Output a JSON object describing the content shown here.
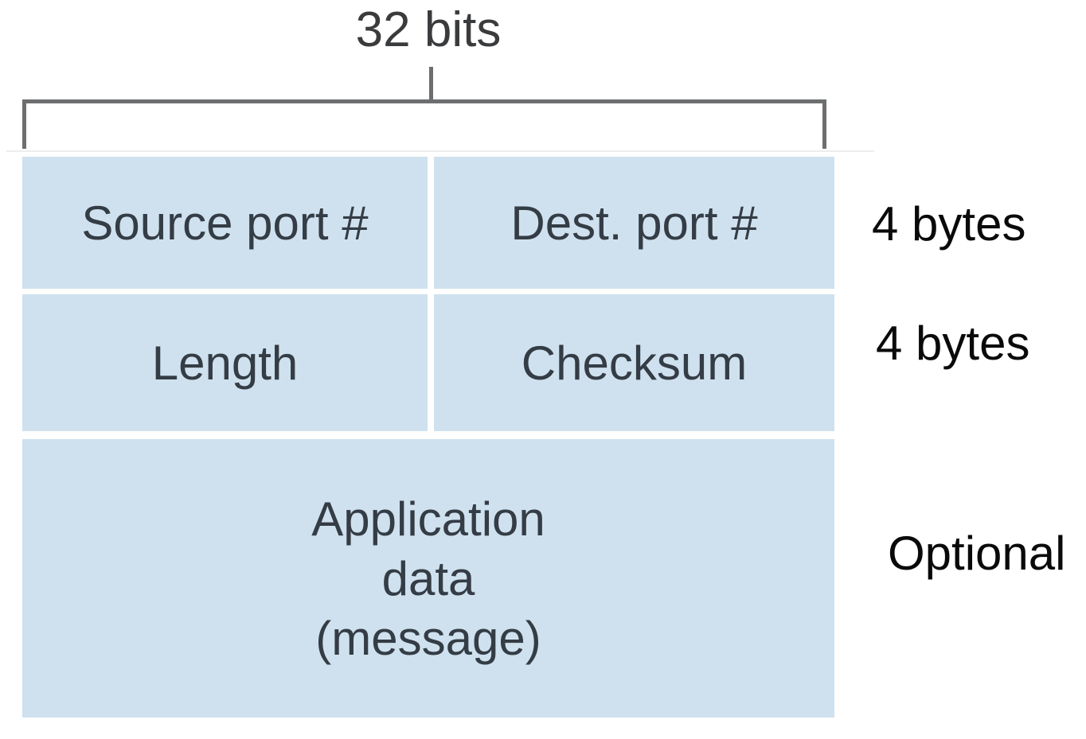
{
  "diagram": {
    "top_label": "32 bits",
    "rows": [
      {
        "cells": [
          "Source port #",
          "Dest. port #"
        ],
        "annotation": "4 bytes"
      },
      {
        "cells": [
          "Length",
          "Checksum"
        ],
        "annotation": "4 bytes"
      },
      {
        "cells": [
          "Application\ndata\n(message)"
        ],
        "annotation": "Optional"
      }
    ],
    "colors": {
      "cell_fill": "#cfe1ee",
      "cell_text": "#343c45",
      "bracket": "#6d6e70",
      "side_label_text": "#0a0a0a",
      "top_label_text": "#3a3b3d"
    }
  }
}
